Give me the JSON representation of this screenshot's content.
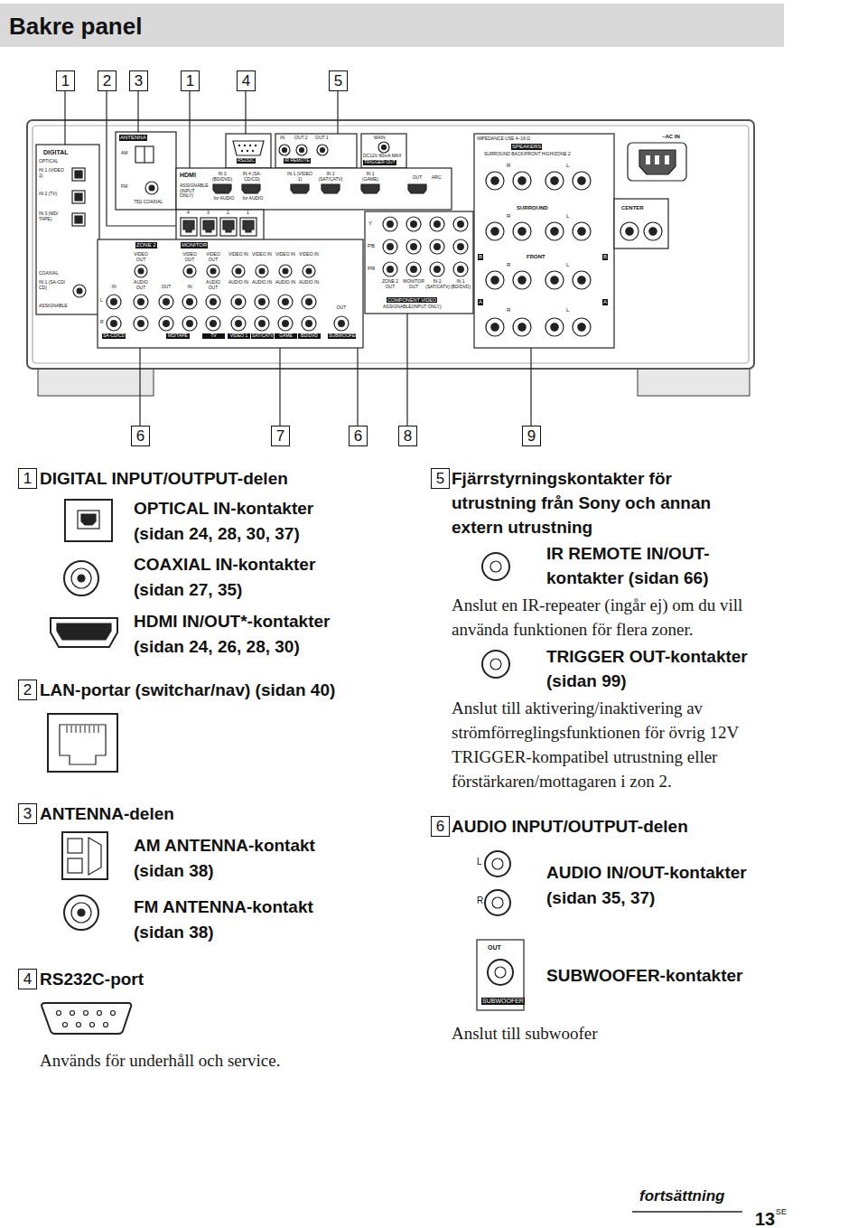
{
  "diagram": {
    "title": "Bakre panel",
    "nodes": [
      {
        "text": [
          "1"
        ]
      },
      {
        "text": [
          "2"
        ]
      },
      {
        "text": [
          "3"
        ]
      },
      {
        "text": [
          "1"
        ]
      },
      {
        "text": [
          "4"
        ]
      },
      {
        "text": [
          "5"
        ]
      },
      {
        "text": [
          "6"
        ]
      },
      {
        "text": [
          "7"
        ]
      },
      {
        "text": [
          "6"
        ]
      },
      {
        "text": [
          "8"
        ]
      },
      {
        "text": [
          "9"
        ]
      },
      {
        "text": [
          "1"
        ]
      },
      {
        "text": [
          "2"
        ]
      },
      {
        "text": [
          "3"
        ]
      },
      {
        "text": [
          "4"
        ]
      },
      {
        "text": [
          "5"
        ]
      },
      {
        "text": [
          "6"
        ]
      }
    ],
    "labels": [
      "DIGITAL",
      "OPTICAL",
      "IN 1 (VIDEO 1)",
      "IN 2 (TV)",
      "IN 3 (MD/ TAPE)",
      "COAXIAL",
      "IN 1 (SA-CD/ CD)",
      "ASSIGNABLE",
      "ANTENNA",
      "AM",
      "FM",
      "75Ω COAXIAL",
      "HDMI",
      "ASSIGNABLE (INPUT ONLY)",
      "IN 3 (BD/DVD)",
      "IN 4 (SA-CD/CD)",
      "for AUDIO",
      "for AUDIO",
      "IN 1 (VIDEO 1)",
      "IN 2 (SAT/CATV)",
      "IN 1 (GAME)",
      "OUT",
      "ARC",
      "RS232C",
      "IN",
      "OUT 2",
      "OUT 1",
      "IR REMOTE",
      "MAIN",
      "DC12V 80mA MAX",
      "TRIGGER OUT",
      "4",
      "3",
      "2",
      "1",
      "IMPEDANCE USE 4–16 Ω",
      "SPEAKERS",
      "SURROUND BACK/FRONT HIGH/ZONE 2",
      "R",
      "L",
      "SURROUND",
      "R",
      "L",
      "CENTER",
      "FRONT",
      "R",
      "L",
      "B",
      "B",
      "A",
      "A",
      "R",
      "L",
      "~AC IN",
      "ZONE 2",
      "MONITOR",
      "VIDEO OUT",
      "VIDEO OUT",
      "VIDEO OUT",
      "VIDEO IN",
      "VIDEO IN",
      "VIDEO IN",
      "VIDEO IN",
      "IN",
      "AUDIO OUT",
      "OUT",
      "IN",
      "AUDIO OUT",
      "AUDIO IN",
      "AUDIO IN",
      "AUDIO IN",
      "AUDIO IN",
      "L",
      "R",
      "OUT",
      "SA-CD/CD",
      "MD/TAPE",
      "TV",
      "VIDEO 1",
      "SAT/CATV",
      "GAME",
      "BD/DVD",
      "SUBWOOFER",
      "Y",
      "PB",
      "PR",
      "ZONE 2 OUT",
      "MONITOR OUT",
      "IN 2 (SAT/CATV)",
      "IN 1 (BD/DVD)",
      "COMPONENT VIDEO",
      "ASSIGNABLE(INPUT ONLY)",
      "DIGITAL INPUT/OUTPUT-delen",
      "OPTICAL IN-kontakter",
      "(sidan 24, 28, 30, 37)",
      "COAXIAL IN-kontakter",
      "(sidan 27, 35)",
      "HDMI IN/OUT*-kontakter",
      "(sidan 24, 26, 28, 30)",
      "LAN-portar (switchar/nav) (sidan 40)",
      "ANTENNA-delen",
      "AM ANTENNA-kontakt",
      "(sidan 38)",
      "FM ANTENNA-kontakt",
      "(sidan 38)",
      "RS232C-port",
      "Används för underhåll och service.",
      "Fjärrstyrningskontakter för utrustning från Sony och annan extern utrustning",
      "IR REMOTE IN/OUT-kontakter (sidan 66)",
      "Anslut en IR-repeater (ingår ej) om du vill använda funktionen för flera zoner.",
      "TRIGGER OUT-kontakter",
      "(sidan 99)",
      "Anslut till aktivering/inaktivering av strömförreglingsfunktionen för övrig 12V TRIGGER-kompatibel utrustning eller förstärkaren/mottagaren i zon 2.",
      "AUDIO INPUT/OUTPUT-delen",
      "L",
      "R",
      "AUDIO IN/OUT-kontakter",
      "(sidan 35, 37)",
      "OUT",
      "SUBWOOFER",
      "SUBWOOFER-kontakter",
      "Anslut till subwoofer",
      "fortsättning",
      "13",
      "SE"
    ]
  }
}
